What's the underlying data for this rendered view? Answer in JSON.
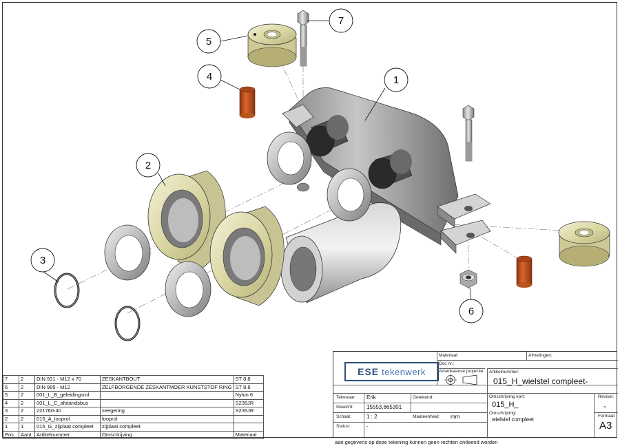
{
  "callouts": [
    "1",
    "2",
    "3",
    "4",
    "5",
    "6",
    "7"
  ],
  "bom": {
    "header": [
      "Pos",
      "Aant.",
      "Artikelnummer",
      "Omschrijving",
      "Materiaal"
    ],
    "rows": [
      [
        "7",
        "2",
        "DIN 931 - M12 x 70",
        "ZESKANTBOUT",
        "ST 8.8"
      ],
      [
        "6",
        "2",
        "DIN 985 - M12",
        "ZELFBORGENDE ZESKANTMOER KUNSTSTOF RING",
        "ST 8.8"
      ],
      [
        "5",
        "2",
        "001_L_B_geleidingsrol",
        "",
        "Nylon 6"
      ],
      [
        "4",
        "2",
        "001_L_C_afstandsbus",
        "",
        "S235JR"
      ],
      [
        "3",
        "2",
        "221760-40",
        "seegering",
        "S235JR"
      ],
      [
        "2",
        "2",
        "015_A_looprol",
        "looprol",
        ""
      ],
      [
        "1",
        "1",
        "015_G_zijplaat compleet",
        "zijplaat compleet",
        ""
      ]
    ]
  },
  "titleblock": {
    "logo_main": "ESE",
    "logo_sub": "tekenwerk",
    "materiaal_label": "Materiaal:",
    "afmetingen_label": "Afmetingen:",
    "docnr_label": "Doc nr.:",
    "projectie_label": "Amerikaanse projectie:",
    "artikelnummer_label": "Artikelnummer:",
    "artikelnummer_value": "015_H_wielstel compleet-",
    "tekenaar_label": "Tekenaar:",
    "tekenaar_value": "Erik",
    "getekend_label": "Getekend:",
    "gewicht_label": "Gewicht:",
    "gewicht_value": "15553,665301",
    "schaal_label": "Schaal:",
    "schaal_value": "1 : 2",
    "maateenheid_label": "Maateenheid:",
    "maateenheid_value": "mm",
    "status_label": "Status:",
    "status_value": "-",
    "omschr_kort_label": "Omschrijving kort:",
    "omschr_kort_value": "015_H_",
    "omschr_label": "Omschrijving:",
    "omschr_value": "wielstel compleet",
    "revisie_label": "Revisie:",
    "revisie_value": "-",
    "formaat_label": "Formaat",
    "formaat_value": "A3"
  },
  "disclaimer": "aan gegevens op deze tekening kunnen geen rechten ontleend worden"
}
